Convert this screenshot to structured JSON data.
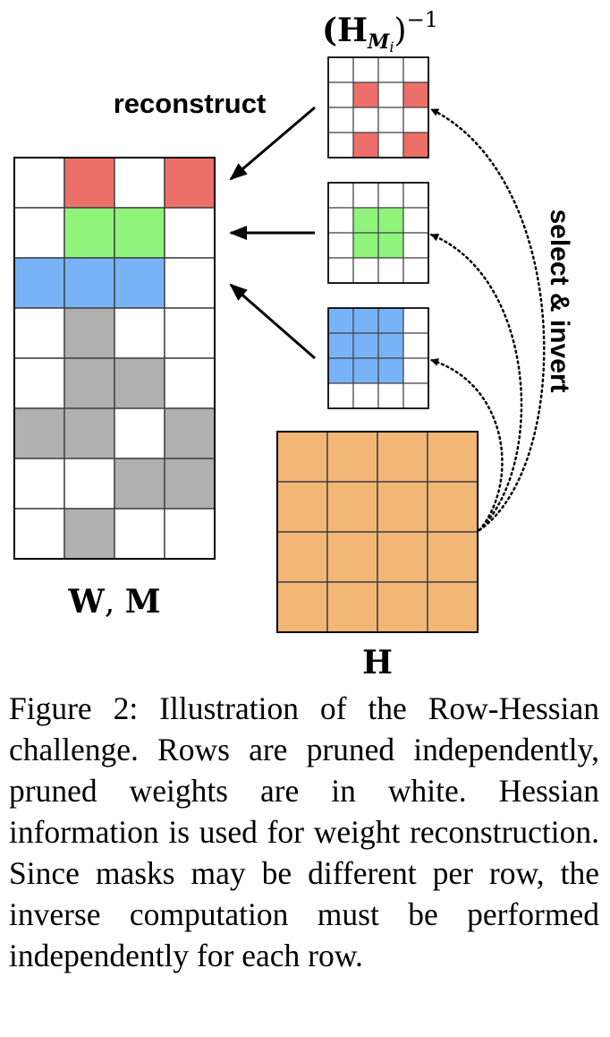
{
  "labels": {
    "reconstruct": "reconstruct",
    "select_invert": "select & invert",
    "wm_w": "W",
    "wm_sep": ", ",
    "wm_m": "M",
    "h": "H",
    "hm_base": "(H",
    "hm_sub": "M",
    "hm_subsub": "i",
    "hm_close": ")",
    "hm_exp": "−1"
  },
  "colors": {
    "red": "#ED6F6A",
    "green": "#90F37C",
    "blue": "#78B3F7",
    "gray": "#B0B0B0",
    "orange": "#F2B677",
    "white": "#FFFFFF",
    "border": "#000000",
    "grid": "#444444"
  },
  "weight_matrix": {
    "rows": [
      [
        "white",
        "red",
        "white",
        "red"
      ],
      [
        "white",
        "green",
        "green",
        "white"
      ],
      [
        "blue",
        "blue",
        "blue",
        "white"
      ],
      [
        "white",
        "gray",
        "white",
        "white"
      ],
      [
        "white",
        "gray",
        "gray",
        "white"
      ],
      [
        "gray",
        "gray",
        "white",
        "gray"
      ],
      [
        "white",
        "white",
        "gray",
        "gray"
      ],
      [
        "white",
        "gray",
        "white",
        "white"
      ]
    ]
  },
  "inverse_matrices": [
    {
      "rows": [
        [
          "white",
          "white",
          "white",
          "white"
        ],
        [
          "white",
          "red",
          "white",
          "red"
        ],
        [
          "white",
          "white",
          "white",
          "white"
        ],
        [
          "white",
          "red",
          "white",
          "red"
        ]
      ]
    },
    {
      "rows": [
        [
          "white",
          "white",
          "white",
          "white"
        ],
        [
          "white",
          "green",
          "green",
          "white"
        ],
        [
          "white",
          "green",
          "green",
          "white"
        ],
        [
          "white",
          "white",
          "white",
          "white"
        ]
      ]
    },
    {
      "rows": [
        [
          "blue",
          "blue",
          "blue",
          "white"
        ],
        [
          "blue",
          "blue",
          "blue",
          "white"
        ],
        [
          "blue",
          "blue",
          "blue",
          "white"
        ],
        [
          "white",
          "white",
          "white",
          "white"
        ]
      ]
    }
  ],
  "hessian": {
    "rows": [
      [
        "orange",
        "orange",
        "orange",
        "orange"
      ],
      [
        "orange",
        "orange",
        "orange",
        "orange"
      ],
      [
        "orange",
        "orange",
        "orange",
        "orange"
      ],
      [
        "orange",
        "orange",
        "orange",
        "orange"
      ]
    ]
  },
  "caption": "Figure 2:  Illustration of the Row-Hessian challenge.  Rows are pruned independently, pruned weights are in white. Hessian information is used for weight reconstruction.  Since masks may be different per row, the inverse computation must be performed independently for each row."
}
